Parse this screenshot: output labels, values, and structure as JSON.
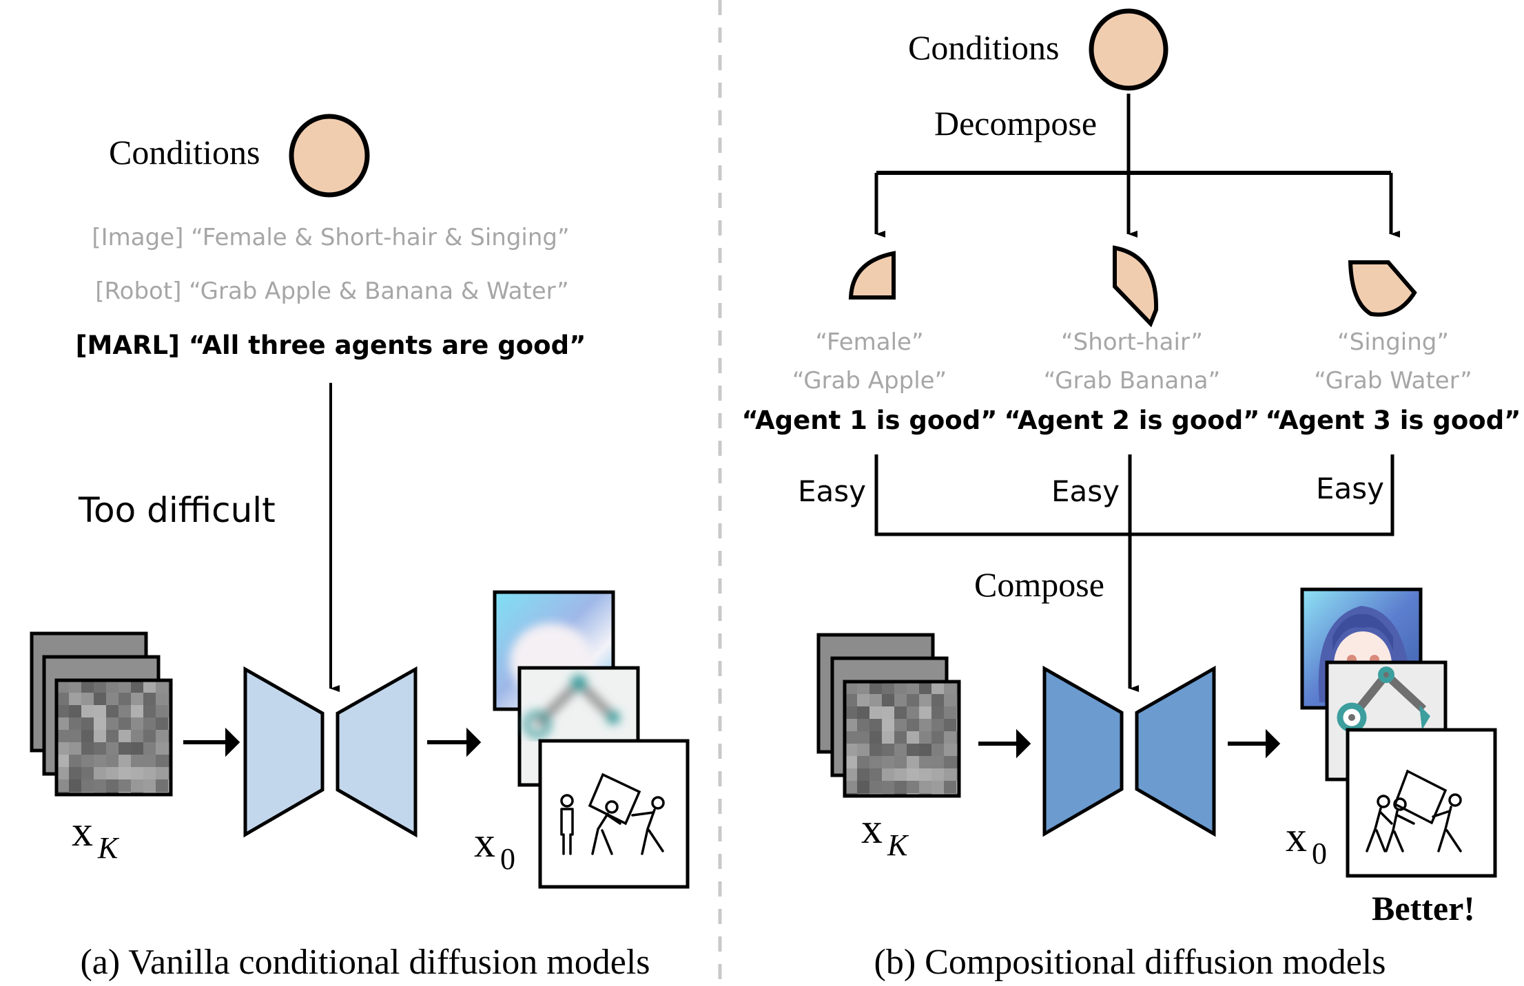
{
  "colors": {
    "condition_fill": "#f1cdb0",
    "unet_vanilla": "#c3d7ec",
    "unet_compositional": "#6b9bcf",
    "muted_text": "#a6a6a6",
    "divider": "#c8c8c8",
    "text": "#000000"
  },
  "panel_a": {
    "conditions_label": "Conditions",
    "condition_lines": [
      "[Image] “Female & Short-hair & Singing”",
      "[Robot] “Grab Apple & Banana & Water”",
      "[MARL] “All three agents are good”"
    ],
    "difficulty_label": "Too difficult",
    "input_label": "x",
    "input_subscript": "K",
    "output_label": "x",
    "output_subscript": "0",
    "caption": "(a) Vanilla conditional diffusion models"
  },
  "panel_b": {
    "conditions_label": "Conditions",
    "decompose_label": "Decompose",
    "branches": [
      {
        "image": "“Female”",
        "robot": "“Grab Apple”",
        "marl": "“Agent 1 is good”",
        "easy": "Easy"
      },
      {
        "image": "“Short-hair”",
        "robot": "“Grab Banana”",
        "marl": "“Agent 2 is good”",
        "easy": "Easy"
      },
      {
        "image": "“Singing”",
        "robot": "“Grab Water”",
        "marl": "“Agent 3 is good”",
        "easy": "Easy"
      }
    ],
    "compose_label": "Compose",
    "input_label": "x",
    "input_subscript": "K",
    "output_label": "x",
    "output_subscript": "0",
    "result_label": "Better!",
    "caption": "(b) Compositional diffusion models"
  }
}
